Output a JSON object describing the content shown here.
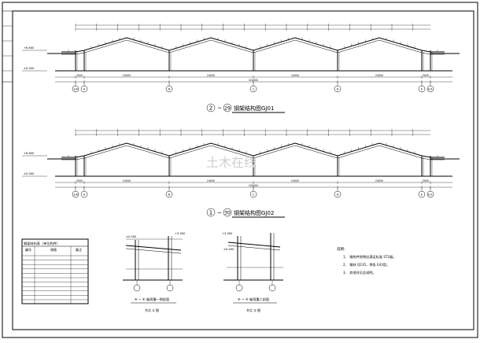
{
  "drawing": {
    "elevation1": {
      "num1": "2",
      "num2": "29",
      "title": "钢架结构图GJ01"
    },
    "elevation2": {
      "num1": "1",
      "num2": "30",
      "title": "钢架结构图GJ02"
    },
    "axis_labels_top": [
      "1/A",
      "A",
      "B",
      "C",
      "D",
      "E",
      "E/1"
    ],
    "axis_labels_bottom": [
      "1/A",
      "A",
      "B",
      "C",
      "D",
      "E",
      "E/1"
    ],
    "bay_dims": [
      "3000",
      "24000",
      "24000",
      "24000",
      "24000",
      "3000"
    ],
    "total_dim": "102000",
    "detail_left": {
      "title": "④ ~ ④ 轴雨篷一侧剖面",
      "subtitle": "节点 ① 图"
    },
    "detail_right": {
      "title": "④ ~ ④ 轴雨篷二剖面",
      "subtitle": "节点 ② 图"
    },
    "legend": {
      "title": "钢架材料表（单位构件）",
      "headers": [
        "编号",
        "规格",
        "备注"
      ]
    },
    "notes": {
      "title": "说明：",
      "items": [
        "1、 钢构件除锈应满足标准 ST2级。",
        "2、 钢材 Q235，焊条 E43型。",
        "3、 其他详见总说明。"
      ]
    },
    "watermark": "土木在线"
  }
}
